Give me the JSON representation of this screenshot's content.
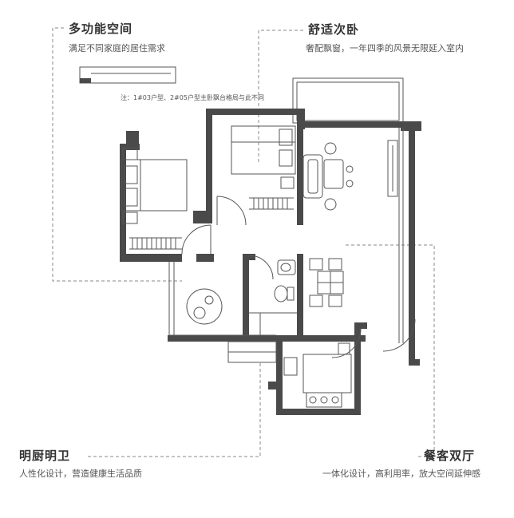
{
  "callouts": {
    "multi": {
      "title": "多功能空间",
      "desc": "满足不同家庭的居住需求"
    },
    "bedroom2": {
      "title": "舒适次卧",
      "desc": "奢配飘窗，一年四季的风景无限延入室内"
    },
    "kitchen_bath": {
      "title": "明厨明卫",
      "desc": "人性化设计，营造健康生活品质"
    },
    "living_dining": {
      "title": "餐客双厅",
      "desc": "一体化设计，高利用率，放大空间延伸感"
    }
  },
  "note": "注：1#03户型、2#05户型主卧飘台格局与此不同",
  "colors": {
    "wall": "#4a4a4a",
    "line": "#555555",
    "dashed": "#8a8a8a",
    "text": "#333333"
  }
}
